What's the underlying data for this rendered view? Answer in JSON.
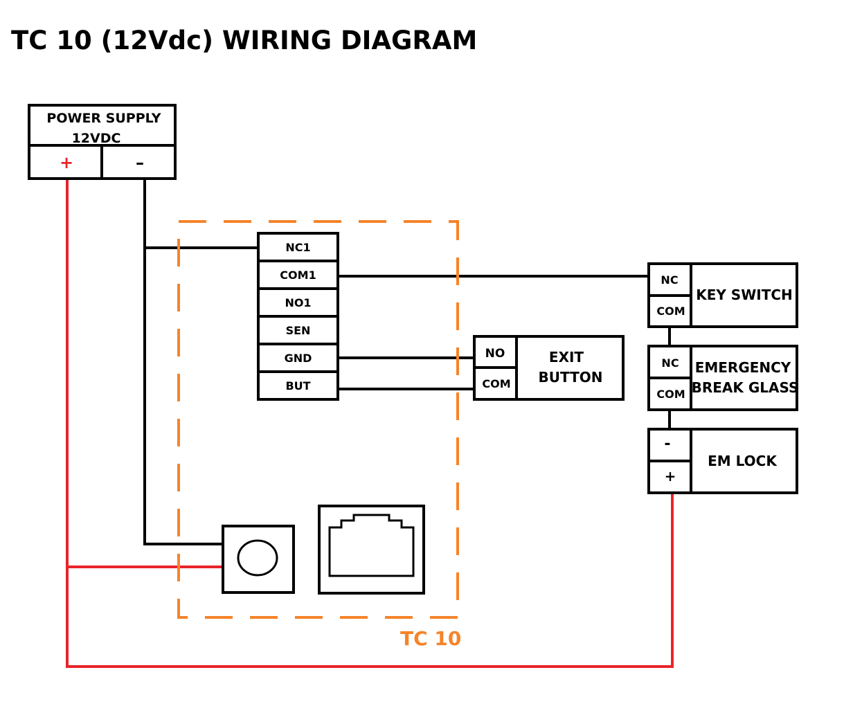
{
  "title": "TC 10 (12Vdc) WIRING DIAGRAM",
  "power_supply": {
    "name_line1": "POWER SUPPLY",
    "name_line2": "12VDC",
    "positive": "+",
    "negative": "–"
  },
  "controller": {
    "label": "TC 10",
    "terminals": [
      "NC1",
      "COM1",
      "NO1",
      "SEN",
      "GND",
      "BUT"
    ]
  },
  "exit_button": {
    "terminals": [
      "NO",
      "COM"
    ],
    "name_line1": "EXIT",
    "name_line2": "BUTTON"
  },
  "key_switch": {
    "terminals": [
      "NC",
      "COM"
    ],
    "name": "KEY SWITCH"
  },
  "break_glass": {
    "terminals": [
      "NC",
      "COM"
    ],
    "name_line1": "EMERGENCY",
    "name_line2": "BREAK GLASS"
  },
  "em_lock": {
    "terminals": [
      "-",
      "+"
    ],
    "name": "EM LOCK"
  },
  "colors": {
    "positive_wire": "#e8242a",
    "negative_wire": "#000000",
    "controller_outline": "#f5842a"
  }
}
